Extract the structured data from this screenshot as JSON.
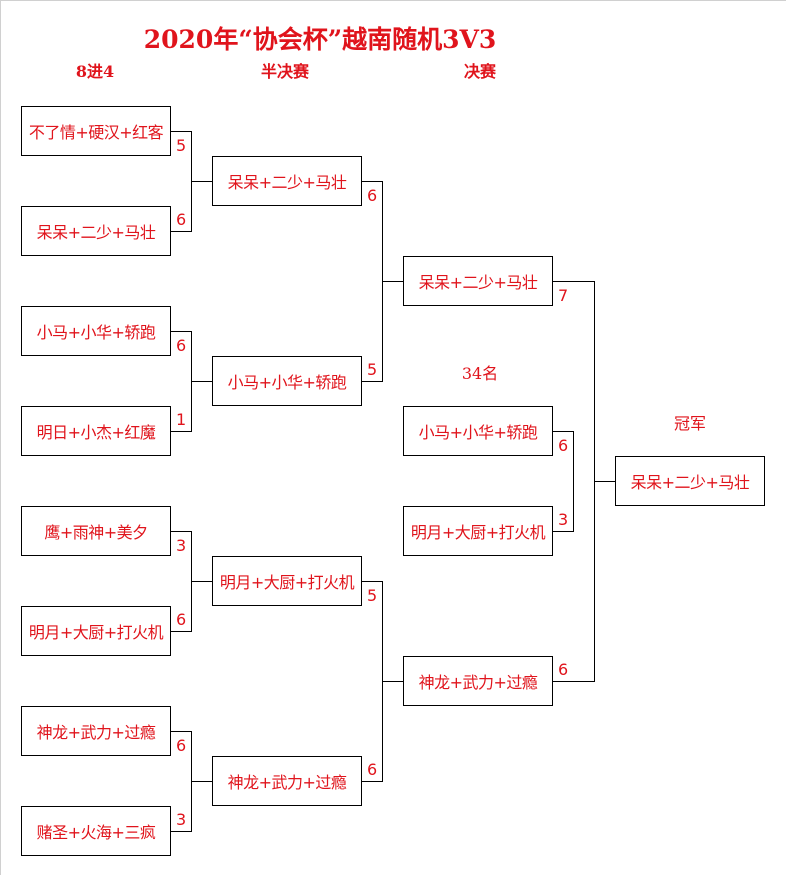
{
  "title": "2020年“协会杯”越南随机3V3",
  "rounds": {
    "quarterfinal_label": "8进4",
    "semifinal_label": "半决赛",
    "final_label": "决赛",
    "third_place_label": "34名",
    "champion_label": "冠军"
  },
  "quarterfinals": [
    {
      "team": "不了情+硬汉+红客",
      "score": "5"
    },
    {
      "team": "呆呆+二少+马壮",
      "score": "6"
    },
    {
      "team": "小马+小华+轿跑",
      "score": "6"
    },
    {
      "team": "明日+小杰+红魔",
      "score": "1"
    },
    {
      "team": "鹰+雨神+美夕",
      "score": "3"
    },
    {
      "team": "明月+大厨+打火机",
      "score": "6"
    },
    {
      "team": "神龙+武力+过瘾",
      "score": "6"
    },
    {
      "team": "赌圣+火海+三疯",
      "score": "3"
    }
  ],
  "semifinals": [
    {
      "team": "呆呆+二少+马壮",
      "score": "6"
    },
    {
      "team": "小马+小华+轿跑",
      "score": "5"
    },
    {
      "team": "明月+大厨+打火机",
      "score": "5"
    },
    {
      "team": "神龙+武力+过瘾",
      "score": "6"
    }
  ],
  "final": [
    {
      "team": "呆呆+二少+马壮",
      "score": "7"
    },
    {
      "team": "神龙+武力+过瘾",
      "score": "6"
    }
  ],
  "third_place": [
    {
      "team": "小马+小华+轿跑",
      "score": "6"
    },
    {
      "team": "明月+大厨+打火机",
      "score": "3"
    }
  ],
  "champion": {
    "team": "呆呆+二少+马壮"
  },
  "colors": {
    "text": "#e0141c",
    "lines": "#000000",
    "border": "#d0d0d0"
  }
}
